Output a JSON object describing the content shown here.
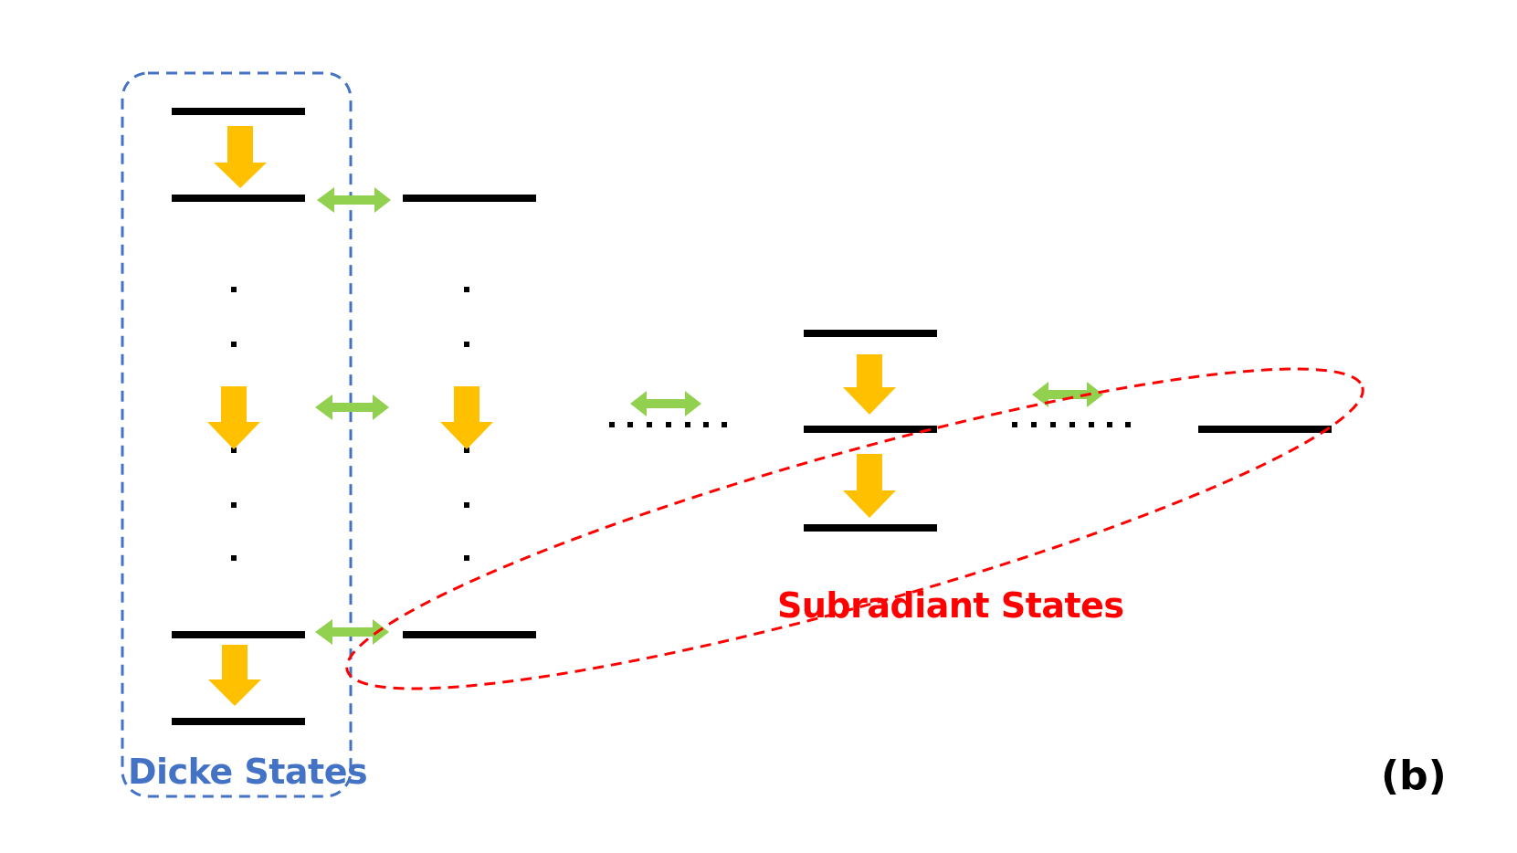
{
  "labels": {
    "dicke": "Dicke States",
    "subradiant": "Subradiant States",
    "panel": "(b)"
  },
  "colors": {
    "level": "#000000",
    "decay_arrow": "#FFC000",
    "coupling_arrow": "#92D050",
    "dicke_outline": "#4472C4",
    "subradiant_outline": "#FF0000",
    "dicke_text": "#4472C4",
    "subradiant_text": "#FF0000",
    "panel_text": "#000000"
  },
  "icons": {
    "decay": "down-arrow",
    "coupling": "double-headed-arrow",
    "ellipsis": "vertical-dots"
  }
}
